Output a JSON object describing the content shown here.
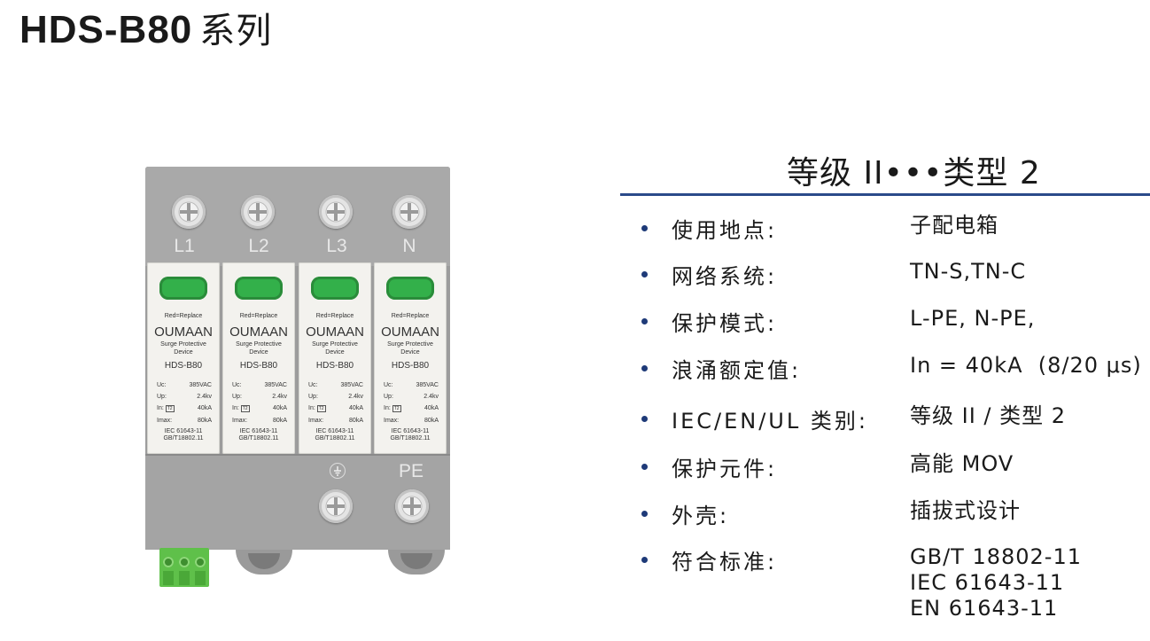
{
  "title": {
    "model": "HDS-B80",
    "series": "系列"
  },
  "device": {
    "terminals_top": [
      "L1",
      "L2",
      "L3",
      "N"
    ],
    "terminal_bottom": "PE",
    "modules": [
      {
        "indicator": "Red=Replace",
        "brand": "OUMAAN",
        "subtitle_1": "Surge Protective",
        "subtitle_2": "Device",
        "model": "HDS-B80",
        "uc_label": "Uc:",
        "uc": "385VAC",
        "up_label": "Up:",
        "up": "2.4kv",
        "in_label": "In:",
        "in_badge": "T2",
        "in": "40kA",
        "imax_label": "Imax:",
        "imax": "80kA",
        "std_1": "IEC 61643-11",
        "std_2": "GB/T18802.11"
      },
      {
        "indicator": "Red=Replace",
        "brand": "OUMAAN",
        "subtitle_1": "Surge Protective",
        "subtitle_2": "Device",
        "model": "HDS-B80",
        "uc_label": "Uc:",
        "uc": "385VAC",
        "up_label": "Up:",
        "up": "2.4kv",
        "in_label": "In:",
        "in_badge": "T2",
        "in": "40kA",
        "imax_label": "Imax:",
        "imax": "80kA",
        "std_1": "IEC 61643-11",
        "std_2": "GB/T18802.11"
      },
      {
        "indicator": "Red=Replace",
        "brand": "OUMAAN",
        "subtitle_1": "Surge Protective",
        "subtitle_2": "Device",
        "model": "HDS-B80",
        "uc_label": "Uc:",
        "uc": "385VAC",
        "up_label": "Up:",
        "up": "2.4kv",
        "in_label": "In:",
        "in_badge": "T2",
        "in": "40kA",
        "imax_label": "Imax:",
        "imax": "80kA",
        "std_1": "IEC 61643-11",
        "std_2": "GB/T18802.11"
      },
      {
        "indicator": "Red=Replace",
        "brand": "OUMAAN",
        "subtitle_1": "Surge Protective",
        "subtitle_2": "Device",
        "model": "HDS-B80",
        "uc_label": "Uc:",
        "uc": "385VAC",
        "up_label": "Up:",
        "up": "2.4kv",
        "in_label": "In:",
        "in_badge": "T2",
        "in": "40kA",
        "imax_label": "Imax:",
        "imax": "80kA",
        "std_1": "IEC 61643-11",
        "std_2": "GB/T18802.11"
      }
    ],
    "indicator_color": "#33b04a",
    "connector_color": "#5fc04a"
  },
  "heading": "等级 II•••类型 2",
  "accent_color": "#2a4a8a",
  "specs": [
    {
      "label": "使用地点:",
      "value": [
        "子配电箱"
      ]
    },
    {
      "label": "网络系统:",
      "value": [
        "TN-S,TN-C"
      ]
    },
    {
      "label": "保护模式:",
      "value": [
        "L-PE, N-PE,"
      ]
    },
    {
      "label": "浪涌额定值:",
      "value": [
        "In = 40kA  (8/20 μs)"
      ]
    },
    {
      "label": "IEC/EN/UL 类别:",
      "value": [
        "等级 II / 类型 2"
      ]
    },
    {
      "label": "保护元件:",
      "value": [
        "高能 MOV"
      ]
    },
    {
      "label": "外壳:",
      "value": [
        "插拔式设计"
      ]
    },
    {
      "label": "符合标准:",
      "value": [
        "GB/T 18802-11",
        "IEC 61643-11",
        "EN 61643-11"
      ]
    }
  ]
}
